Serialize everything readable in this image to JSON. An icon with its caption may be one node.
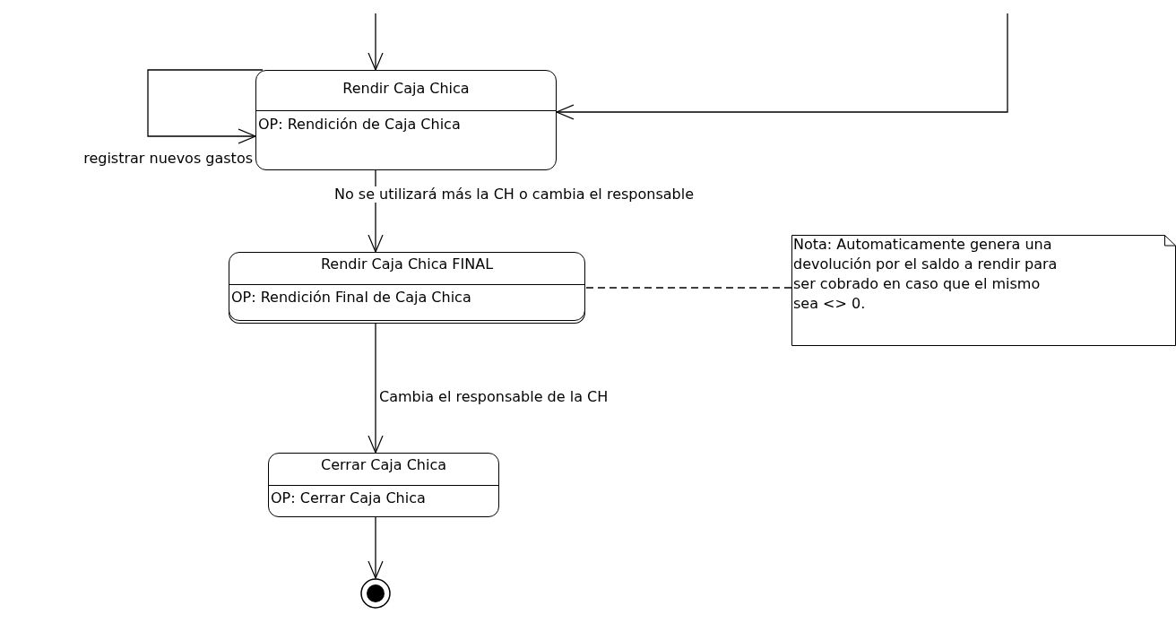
{
  "diagram": {
    "nodes": [
      {
        "text": [
          "Rendir Caja Chica",
          "OP: Rendición de Caja Chica"
        ]
      },
      {
        "text": [
          "Rendir Caja Chica FINAL",
          "OP: Rendición Final de Caja Chica"
        ]
      },
      {
        "text": [
          "Cerrar Caja Chica",
          "OP: Cerrar Caja Chica"
        ]
      },
      {
        "text": [],
        "shape": "circle"
      },
      {
        "text": [
          "Nota: Automaticamente genera una devolución por el saldo a rendir para ser cobrado en caso que el mismo sea <> 0."
        ]
      }
    ],
    "edges": [
      {
        "from": null,
        "to": 0,
        "arrow": "to"
      },
      {
        "from": null,
        "to": 0,
        "arrow": "to"
      },
      {
        "from": 0,
        "to": 0,
        "arrow": "to",
        "label": "registrar nuevos gastos"
      },
      {
        "from": 0,
        "to": 1,
        "arrow": "to",
        "label": "No se utilizará más la CH o cambia el responsable"
      },
      {
        "from": 1,
        "to": 2,
        "arrow": "to",
        "label": "Cambia el responsable de la CH"
      },
      {
        "from": 2,
        "to": 3,
        "arrow": "to"
      },
      {
        "from": 4,
        "to": 1,
        "arrow": "none",
        "style": "dashed"
      }
    ]
  }
}
